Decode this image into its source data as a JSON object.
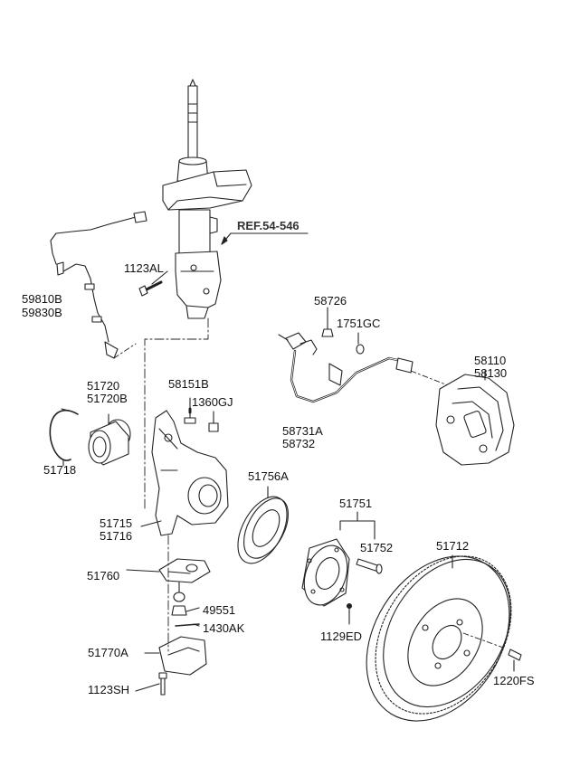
{
  "diagram": {
    "ref_label": "REF.54-546",
    "parts": {
      "p1123AL": "1123AL",
      "p59810B": "59810B",
      "p59830B": "59830B",
      "p58726": "58726",
      "p1751GC": "1751GC",
      "p58110": "58110",
      "p58130": "58130",
      "p51720": "51720",
      "p51720B": "51720B",
      "p58151B": "58151B",
      "p1360GJ": "1360GJ",
      "p58731A": "58731A",
      "p58732": "58732",
      "p51718": "51718",
      "p51756A": "51756A",
      "p51751": "51751",
      "p51752": "51752",
      "p51715": "51715",
      "p51716": "51716",
      "p51712": "51712",
      "p51760": "51760",
      "p49551": "49551",
      "p1430AK": "1430AK",
      "p1129ED": "1129ED",
      "p51770A": "51770A",
      "p1220FS": "1220FS",
      "p1123SH": "1123SH"
    }
  }
}
